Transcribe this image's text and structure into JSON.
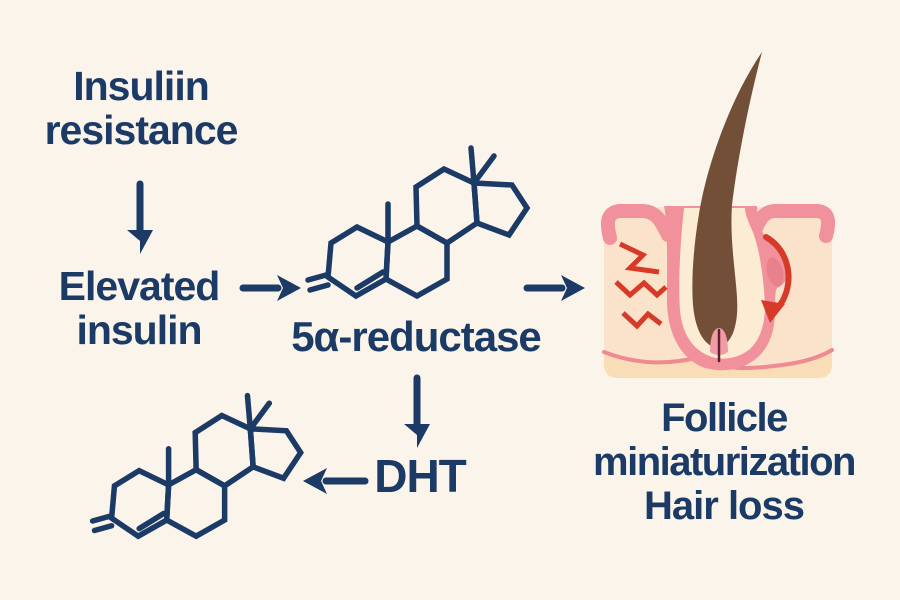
{
  "diagram": {
    "background_color": "#faf4ea",
    "ink_color": "#1b3a66",
    "alert_color": "#d63a29",
    "nodes": {
      "insulin_resistance": {
        "line1": "Insuliin",
        "line2": "resistance"
      },
      "elevated_insulin": {
        "line1": "Elevated",
        "line2": "insulin"
      },
      "enzyme": {
        "label": "5α-reductase"
      },
      "dht": {
        "label": "DHT"
      },
      "outcome": {
        "line1": "Follicle",
        "line2": "miniaturization"
      },
      "hair_loss": {
        "label": "Hair loss"
      }
    },
    "illustrations": {
      "hair_follicle": {
        "skin_color": "#fbe3cb",
        "epidermis_color": "#f0919b",
        "dermis_band_color": "#f9ddb6",
        "dermis_line_color": "#ee8a92",
        "sheath_color": "#fcecd4",
        "hair_color": "#734f38",
        "papilla_color": "#f49aa4",
        "papilla_line_color": "#5a2230",
        "bump_shade_color": "#e8818b",
        "irritation_color": "#d63a29"
      }
    }
  }
}
